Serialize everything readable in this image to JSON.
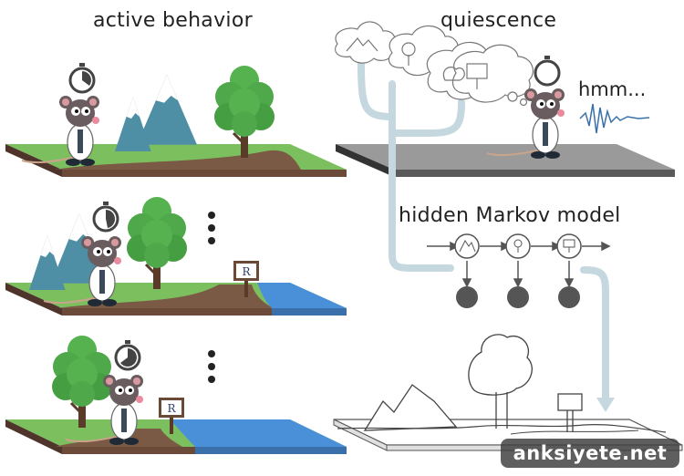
{
  "titles": {
    "active_behavior": "active behavior",
    "quiescence": "quiescence",
    "hmm_model": "hidden Markov model",
    "hmm_sound": "hmm..."
  },
  "watermark": "anksiyete.net",
  "sign_letter": "R",
  "colors": {
    "grass": "#7cbf5e",
    "grass_dark": "#5ea444",
    "path": "#7a5a44",
    "soil": "#6b4a3a",
    "water": "#4a90d9",
    "mountain": "#4f8fa6",
    "tree": "#4fa84a",
    "gray_platform": "#8a8a8a",
    "pipe": "#c5d8e0",
    "hmm_node": "#555555"
  },
  "icons": [
    "stopwatch-icon",
    "mouse-icon",
    "tree-icon",
    "mountain-icon",
    "sign-icon",
    "thought-cloud-icon",
    "sound-wave-icon"
  ]
}
